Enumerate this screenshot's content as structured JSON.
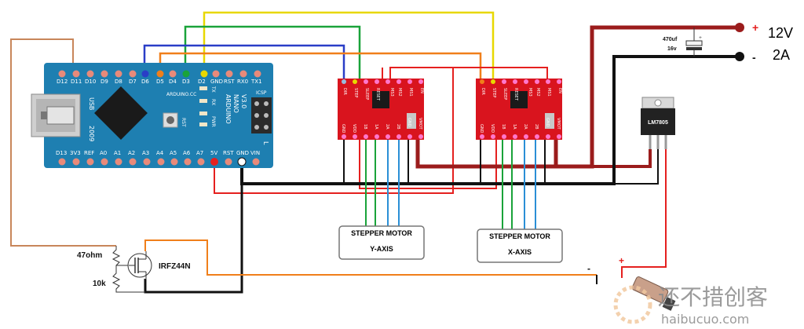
{
  "diagram": {
    "arduino": {
      "usb_label": "USB",
      "brand": "ARDUINO",
      "model": "NANO",
      "version": "V3.0",
      "year": "2009",
      "url": "ARDUINO.CC",
      "rst": "RST",
      "tx": "TX",
      "rx": "RX",
      "pwr": "PWR",
      "l": "L",
      "icsp": "ICSP",
      "top_pins": [
        "D12",
        "D11",
        "D10",
        "D9",
        "D8",
        "D7",
        "D6",
        "D5",
        "D4",
        "D3",
        "D2",
        "GND",
        "RST",
        "RX0",
        "TX1"
      ],
      "bottom_pins": [
        "D13",
        "3V3",
        "REF",
        "A0",
        "A1",
        "A2",
        "A3",
        "A4",
        "A5",
        "A6",
        "A7",
        "5V",
        "RST",
        "GND",
        "VIN"
      ]
    },
    "driver": {
      "top_pins": [
        "DIR",
        "STEP",
        "SLEEP",
        "RESET",
        "MS3",
        "MS2",
        "MS1",
        "EN"
      ],
      "bottom_pins": [
        "GND",
        "VDD",
        "1B",
        "1A",
        "2A",
        "2B",
        "GND",
        "VMOT"
      ]
    },
    "stepper_y": {
      "line1": "STEPPER MOTOR",
      "line2": "Y-AXIS"
    },
    "stepper_x": {
      "line1": "STEPPER MOTOR",
      "line2": "X-AXIS"
    },
    "power": {
      "plus": "+",
      "minus": "-",
      "voltage": "12V",
      "current": "2A"
    },
    "capacitor": {
      "line1": "470uf",
      "line2": "16v",
      "plus": "+"
    },
    "regulator": {
      "label": "LM7805"
    },
    "mosfet": {
      "label": "IRFZ44N",
      "r1": "47ohm",
      "r2": "10k"
    },
    "laser": {
      "minus": "-",
      "plus": "+"
    },
    "watermark": {
      "cn": "还不措创客",
      "url": "haibucuo.com"
    },
    "colors": {
      "board": "#1e7fb1",
      "driver": "#d9141e",
      "dark_red": "#9b1c1c",
      "red": "#e5201f",
      "yellow": "#e8d800",
      "green": "#1aa33a",
      "blue": "#2a3ec7",
      "orange": "#f07f1a",
      "brown": "#c8865a",
      "wire_blue": "#2a8fd6"
    }
  }
}
